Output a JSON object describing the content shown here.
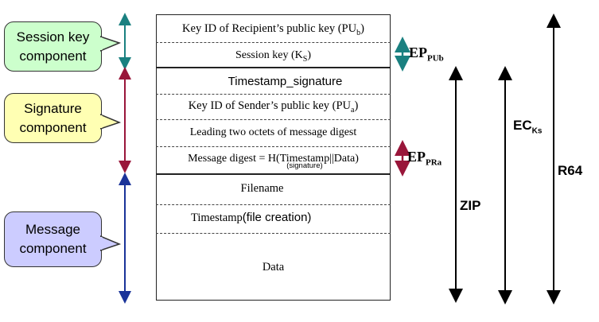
{
  "components": {
    "session": "Session key\ncomponent",
    "signature": "Signature\ncomponent",
    "message": "Message\ncomponent"
  },
  "rows": {
    "recipient_key_id": "Key ID of Recipient’s public key (PU",
    "recipient_key_sub": "b",
    "session_key": "Session key (K",
    "session_key_sub": "S",
    "timestamp_signature": "Timestamp_signature",
    "sender_key_id": "Key ID of Sender’s public key (PU",
    "sender_key_sub": "a",
    "leading_octets": "Leading two octets of message digest",
    "digest_prefix": "Message digest = H(",
    "digest_ts": "Timestamp",
    "digest_ts_under": "(signature)",
    "digest_suffix": "||Data)",
    "filename": "Filename",
    "timestamp_word": "Timestamp",
    "timestamp_creation": "(file creation)",
    "data": "Data"
  },
  "labels": {
    "ep_pub_main": "EP",
    "ep_pub_sub": "PUb",
    "ep_pra_main": "EP",
    "ep_pra_sub": "PRa",
    "zip": "ZIP",
    "ec_main": "EC",
    "ec_sub": "Ks",
    "r64": "R64"
  },
  "colors": {
    "session_fill": "#ccffcc",
    "signature_fill": "#ffffb3",
    "message_fill": "#ccccff",
    "session_arrow": "#1a8080",
    "signature_arrow": "#99163a",
    "message_arrow": "#1a3399"
  }
}
